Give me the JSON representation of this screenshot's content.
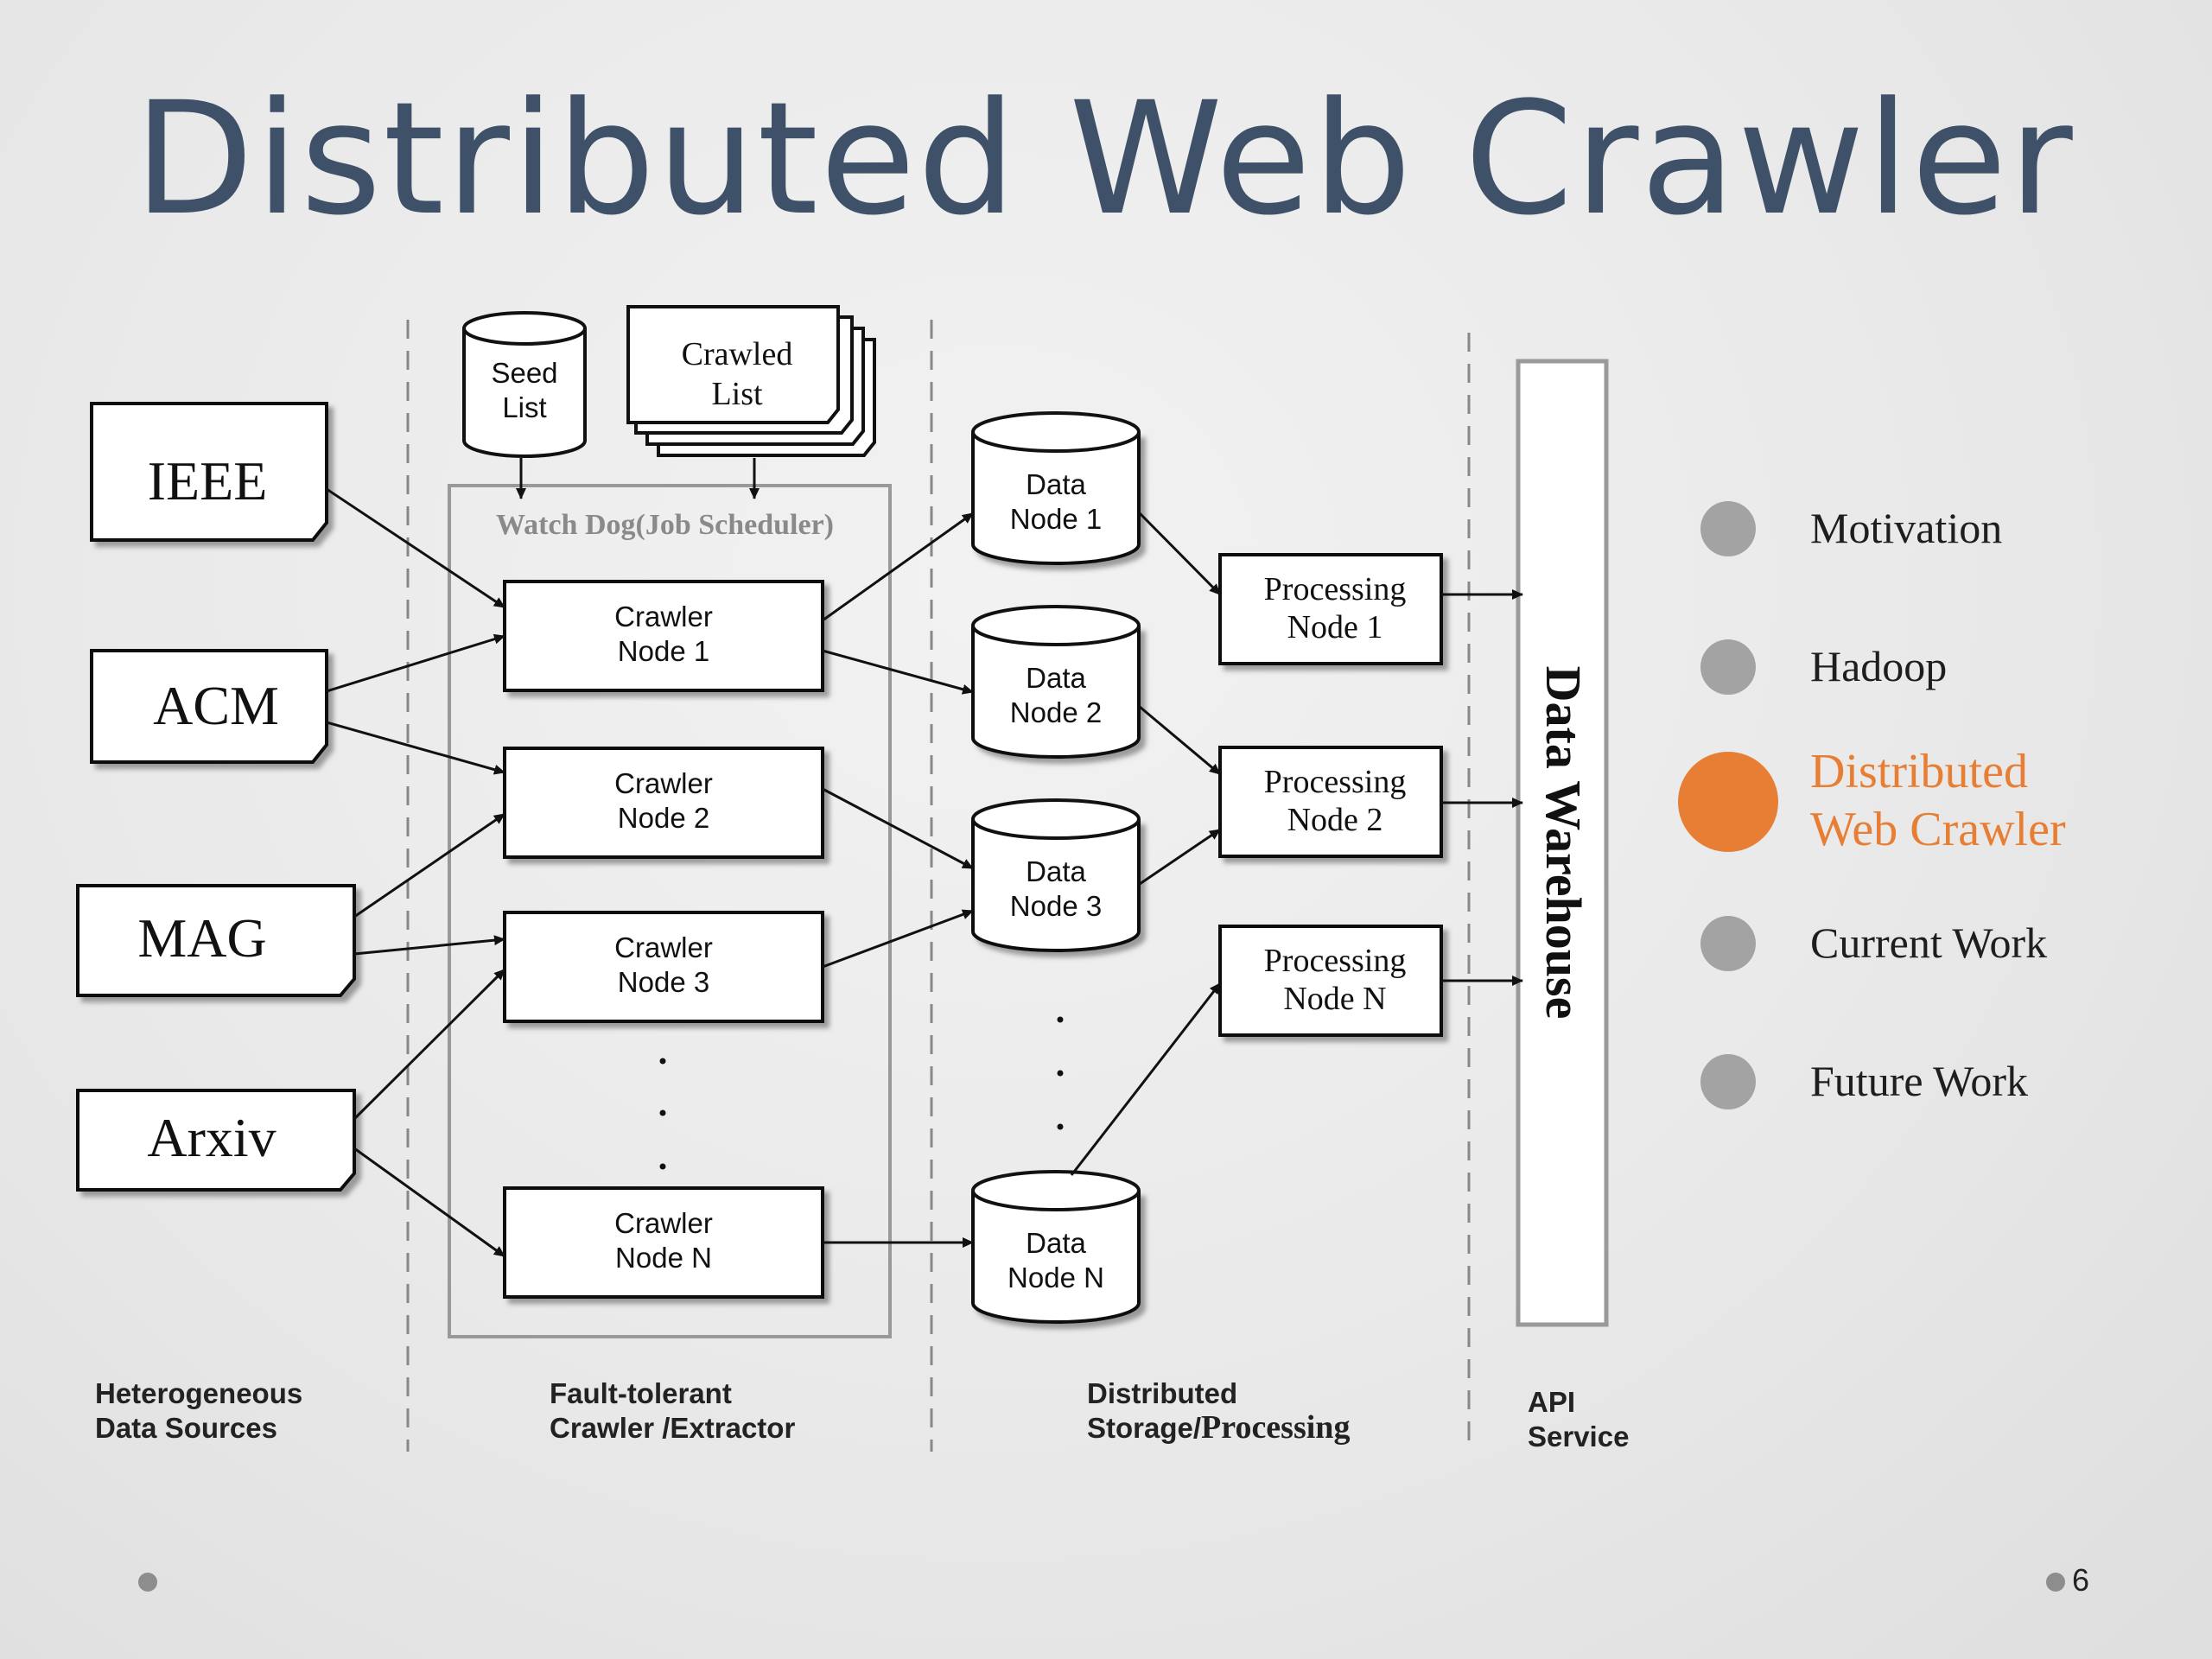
{
  "slide": {
    "title": "Distributed Web Crawler",
    "page_number": "6"
  },
  "diagram": {
    "sources": [
      "IEEE",
      "ACM",
      "MAG",
      "Arxiv"
    ],
    "seed_list": [
      "Seed",
      "List"
    ],
    "crawled_list": [
      "Crawled",
      "List"
    ],
    "watchdog": "Watch Dog(Job Scheduler)",
    "crawler_nodes": [
      [
        "Crawler",
        "Node 1"
      ],
      [
        "Crawler",
        "Node 2"
      ],
      [
        "Crawler",
        "Node 3"
      ],
      [
        "Crawler",
        "Node N"
      ]
    ],
    "data_nodes": [
      [
        "Data",
        "Node 1"
      ],
      [
        "Data",
        "Node 2"
      ],
      [
        "Data",
        "Node 3"
      ],
      [
        "Data",
        "Node N"
      ]
    ],
    "processing_nodes": [
      [
        "Processing",
        "Node 1"
      ],
      [
        "Processing",
        "Node 2"
      ],
      [
        "Processing",
        "Node N"
      ]
    ],
    "data_warehouse": "Data Warehouse",
    "section_labels": [
      [
        "Heterogeneous",
        "Data Sources"
      ],
      [
        "Fault-tolerant",
        "Crawler /Extractor"
      ],
      [
        "Distributed",
        "Storage/",
        "Processing"
      ],
      [
        "API",
        "Service"
      ]
    ]
  },
  "menu": {
    "items": [
      {
        "label": "Motivation",
        "active": false
      },
      {
        "label": "Hadoop",
        "active": false
      },
      {
        "label": "Distributed\nWeb Crawler",
        "active": true
      },
      {
        "label": "Current Work",
        "active": false
      },
      {
        "label": "Future Work",
        "active": false
      }
    ],
    "active_color": "#e87e34",
    "inactive_color": "#a3a3a3"
  }
}
